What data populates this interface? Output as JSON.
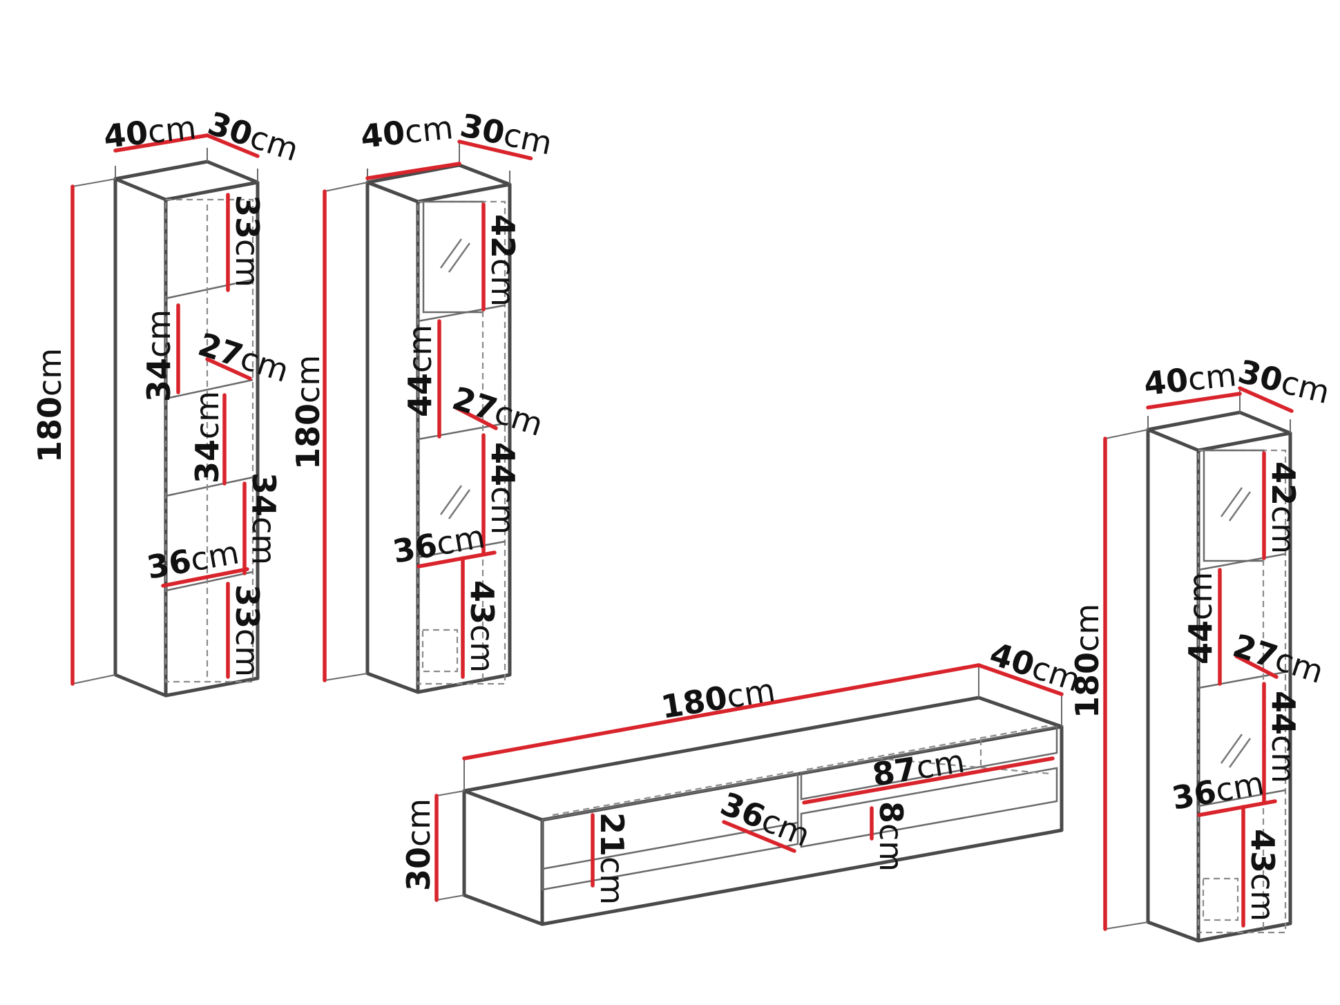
{
  "unit": "cm",
  "left_cabinet": {
    "width": "40",
    "depth": "30",
    "height": "180",
    "shelves": [
      "33",
      "34",
      "27",
      "34",
      "34",
      "36",
      "33"
    ]
  },
  "glass_cabinet_top": {
    "width": "40",
    "depth": "30",
    "height": "180",
    "compartments": [
      "42",
      "44",
      "27",
      "44",
      "36",
      "43"
    ]
  },
  "glass_cabinet_right": {
    "width": "40",
    "depth": "30",
    "height": "180",
    "compartments": [
      "42",
      "44",
      "27",
      "44",
      "36",
      "43"
    ]
  },
  "tv_unit": {
    "width": "180",
    "depth": "40",
    "height": "30",
    "drawer_height": "21",
    "drawer_depth": "36",
    "compartment_width": "87",
    "compartment_height": "8"
  }
}
